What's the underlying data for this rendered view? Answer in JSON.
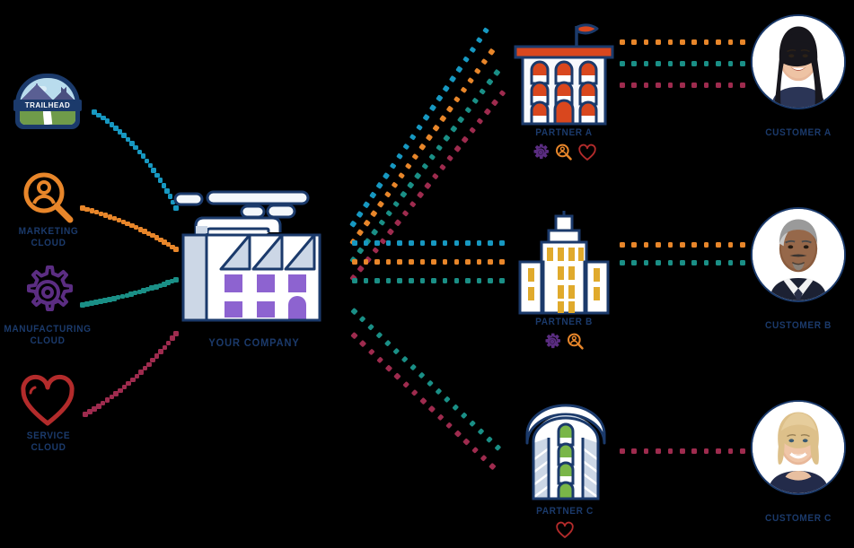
{
  "diagram": {
    "title": "Partner ecosystem connection diagram",
    "background": "#000000",
    "navy": "#1b3a6b",
    "colors": {
      "blue": "#1798c1",
      "orange": "#e8862a",
      "teal": "#1a8f86",
      "red": "#9e2b4e",
      "purple": "#8d63d0",
      "brick": "#d9471e",
      "gold": "#e0aa2c",
      "green": "#7ab648"
    }
  },
  "sources": [
    {
      "id": "trailhead",
      "label": "TRAILHEAD",
      "badge_text": "TRAILHEAD",
      "icon": "trailhead-badge-icon",
      "show_label": false
    },
    {
      "id": "marketing",
      "label_line1": "MARKETING",
      "label_line2": "CLOUD",
      "icon": "magnifier-person-icon",
      "color": "#e8862a"
    },
    {
      "id": "manufacturing",
      "label_line1": "MANUFACTURING",
      "label_line2": "CLOUD",
      "icon": "gear-icon",
      "color": "#5b2d82"
    },
    {
      "id": "service",
      "label_line1": "SERVICE",
      "label_line2": "CLOUD",
      "icon": "heart-icon",
      "color": "#b32b2b"
    }
  ],
  "company": {
    "label": "YOUR COMPANY",
    "icon": "factory-icon"
  },
  "partners": [
    {
      "id": "partner-a",
      "label": "PARTNER A",
      "icon": "office-building-icon",
      "accent": "#d9471e",
      "capabilities": [
        {
          "name": "gear-icon",
          "color": "#5b2d82"
        },
        {
          "name": "magnifier-person-icon",
          "color": "#e8862a"
        },
        {
          "name": "heart-icon",
          "color": "#b32b2b"
        }
      ]
    },
    {
      "id": "partner-b",
      "label": "PARTNER B",
      "icon": "tower-building-icon",
      "accent": "#e0aa2c",
      "capabilities": [
        {
          "name": "gear-icon",
          "color": "#5b2d82"
        },
        {
          "name": "magnifier-person-icon",
          "color": "#e8862a"
        }
      ]
    },
    {
      "id": "partner-c",
      "label": "PARTNER C",
      "icon": "round-tower-icon",
      "accent": "#7ab648",
      "capabilities": [
        {
          "name": "heart-icon",
          "color": "#b32b2b"
        }
      ]
    }
  ],
  "customers": [
    {
      "id": "customer-a",
      "label": "CUSTOMER A",
      "avatar": "woman-dark-hair-avatar"
    },
    {
      "id": "customer-b",
      "label": "CUSTOMER B",
      "avatar": "man-grey-hair-avatar"
    },
    {
      "id": "customer-c",
      "label": "CUSTOMER C",
      "avatar": "woman-blonde-avatar"
    }
  ],
  "connections": {
    "sources_to_company": [
      {
        "from": "trailhead",
        "color": "#1798c1"
      },
      {
        "from": "marketing",
        "color": "#e8862a"
      },
      {
        "from": "manufacturing",
        "color": "#1a8f86"
      },
      {
        "from": "service",
        "color": "#9e2b4e"
      }
    ],
    "company_to_partners": [
      {
        "to": "partner-a",
        "colors": [
          "#1798c1",
          "#e8862a",
          "#1a8f86",
          "#9e2b4e"
        ]
      },
      {
        "to": "partner-b",
        "colors": [
          "#1798c1",
          "#e8862a",
          "#1a8f86"
        ]
      },
      {
        "to": "partner-c",
        "colors": [
          "#1a8f86",
          "#9e2b4e"
        ]
      }
    ],
    "partners_to_customers": [
      {
        "from": "partner-a",
        "colors": [
          "#e8862a",
          "#1a8f86",
          "#9e2b4e"
        ]
      },
      {
        "from": "partner-b",
        "colors": [
          "#e8862a",
          "#1a8f86"
        ]
      },
      {
        "from": "partner-c",
        "colors": [
          "#9e2b4e"
        ]
      }
    ]
  }
}
